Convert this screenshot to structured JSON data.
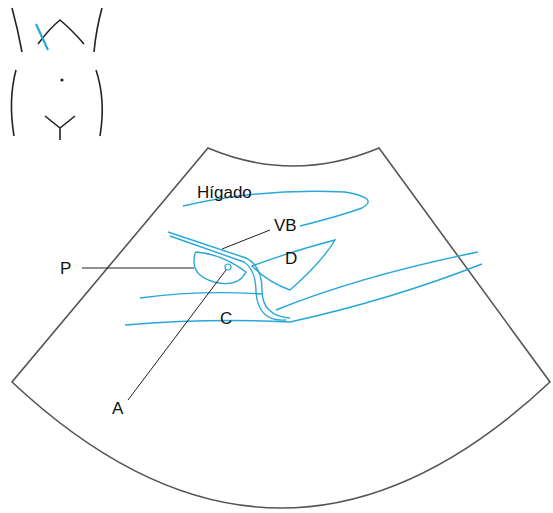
{
  "diagram": {
    "labels": [
      "Hígado",
      "VB",
      "P",
      "D",
      "C",
      "A"
    ]
  }
}
